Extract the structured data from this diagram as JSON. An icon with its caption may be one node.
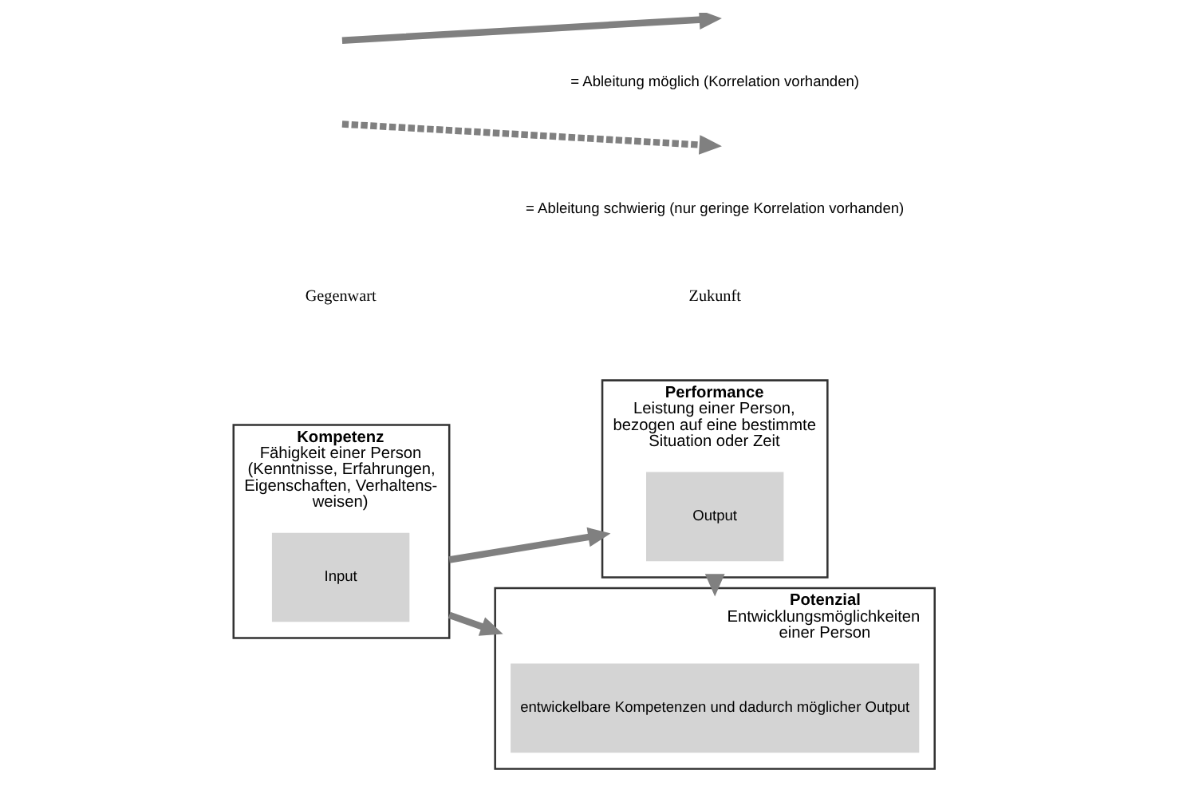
{
  "diagram": {
    "nodes": [
      {
        "text": [
          "Kompetenz",
          "Fähigkeit einer Person (Kenntnisse, Erfahrungen, Eigenschaften, Verhaltens- weisen)"
        ]
      },
      {
        "text": [
          "Input"
        ],
        "in": 0
      },
      {
        "text": [
          "Performance",
          "Leistung einer Person, bezogen auf eine bestimmte Situation oder Zeit"
        ]
      },
      {
        "text": [
          "Output"
        ],
        "in": 2
      },
      {
        "text": [
          "Potenzial",
          "Entwicklungsmöglichkeiten einer Person"
        ]
      },
      {
        "text": [
          "entwickelbare Kompetenzen und dadurch möglicher Output"
        ],
        "in": 4
      }
    ],
    "edges": [
      {
        "from": 0,
        "to": 2,
        "arrow": "to"
      },
      {
        "from": 0,
        "to": 4,
        "arrow": "to"
      },
      {
        "from": 2,
        "to": 4,
        "arrow": "to",
        "style": "dashed"
      }
    ],
    "labels": [
      "Gegenwart",
      "Zukunft"
    ],
    "legend": [
      {
        "text": "= Ableitung möglich (Korrelation vorhanden)"
      },
      {
        "text": "= Ableitung schwierig (nur geringe Korrelation vorhanden)"
      }
    ]
  }
}
